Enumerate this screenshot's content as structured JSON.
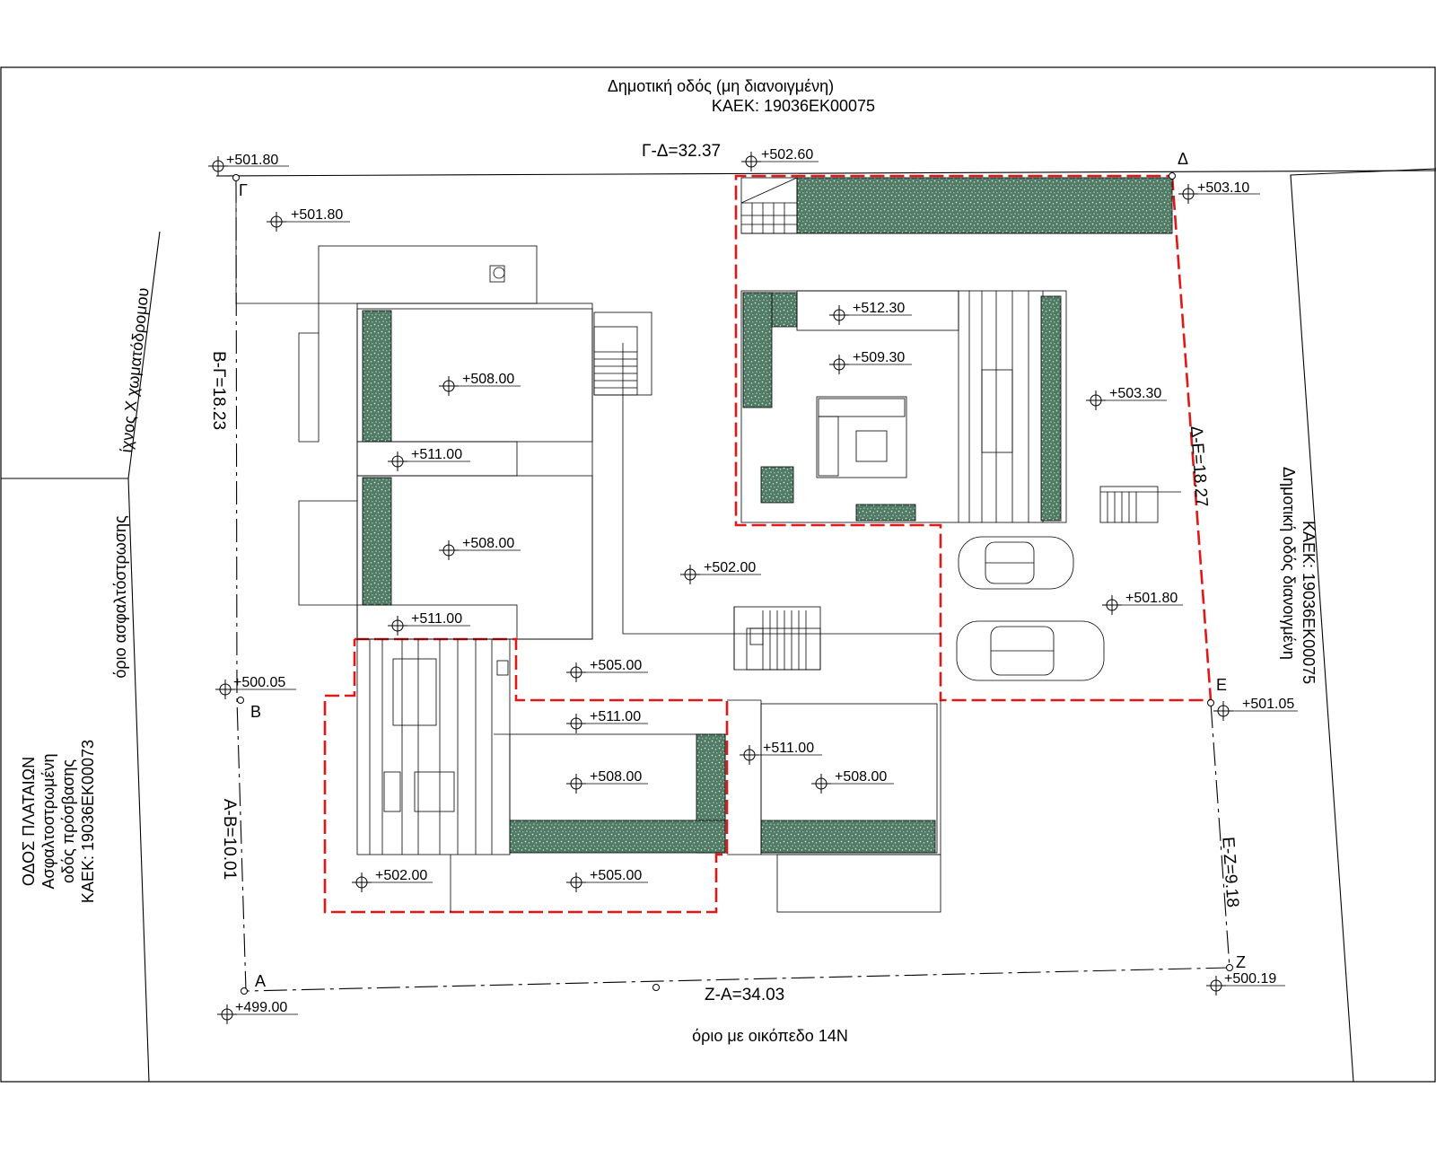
{
  "top_road": {
    "line1": "Δημοτική οδός (μη διανοιγμένη)",
    "line2": "ΚΑΕΚ: 19036ΕΚ00075"
  },
  "right_road": {
    "line1": "Δημοτική οδός διανοιγμένη",
    "line2": "ΚΑΕΚ: 19036ΕΚ00075"
  },
  "left_road": {
    "line1": "ΟΔΟΣ ΠΛΑΤΑΙΩΝ",
    "line2": "Ασφαλτοστρωμένη",
    "line3": "οδός πρόσβασης",
    "line4": "ΚΑΕΚ: 19036ΕΚ00073"
  },
  "left_notes": {
    "track": "ίχνος Χ χωματόδρομου",
    "asphalt_limit": "όριο ασφαλτόστρωσης"
  },
  "bottom_note": "όριο με  οικόπεδο 14Ν",
  "points": {
    "A": "Α",
    "B": "Β",
    "G": "Γ",
    "D": "Δ",
    "E": "Ε",
    "Z": "Ζ"
  },
  "dimensions": {
    "gd": "Γ-Δ=32.37",
    "bg": "Β-Γ=18.23",
    "de": "Δ-Ε=18.27",
    "ab": "Α-Β=10.01",
    "ez": "Ε-Ζ=9.18",
    "za": "Ζ-Α=34.03"
  },
  "levels": {
    "g": "+501.80",
    "g_in": "+501.80",
    "top_mid": "+502.60",
    "d": "+503.10",
    "b": "+500.05",
    "a": "+499.00",
    "z": "+500.19",
    "e": "+501.05",
    "l1": "+508.00",
    "l2": "+511.00",
    "l3": "+508.00",
    "l4": "+511.00",
    "u1": "+512.30",
    "u2": "+509.30",
    "u3": "+503.30",
    "yard": "+502.00",
    "park": "+501.80",
    "c505": "+505.00",
    "c511a": "+511.00",
    "c508a": "+508.00",
    "c511b": "+511.00",
    "c508b": "+508.00",
    "c502": "+502.00",
    "c505b": "+505.00"
  },
  "colors": {
    "boundary_red": "#e01818",
    "planting_green": "#4f7a63",
    "line": "#000000"
  }
}
